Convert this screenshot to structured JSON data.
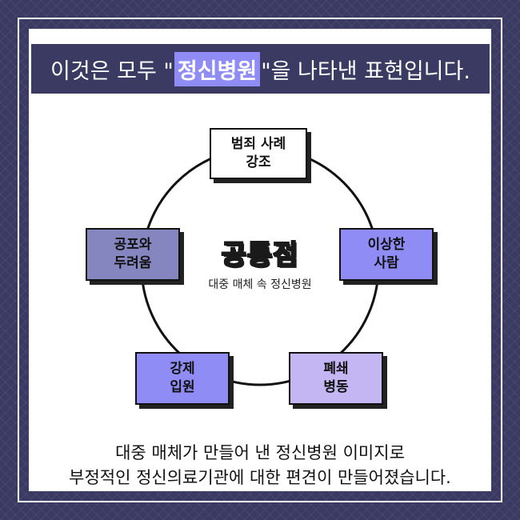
{
  "title": {
    "prefix": "이것은 모두 \"",
    "highlight": "정신병원",
    "suffix": "\"을 나타낸 표현입니다."
  },
  "center": {
    "title": "공통점",
    "subtitle": "대중 매체 속 정신병원"
  },
  "nodes": [
    {
      "id": "crime",
      "line1": "범죄 사례",
      "line2": "강조",
      "color": "#ffffff"
    },
    {
      "id": "strange",
      "line1": "이상한",
      "line2": "사람",
      "color": "#8f8cf5"
    },
    {
      "id": "closed",
      "line1": "폐쇄",
      "line2": "병동",
      "color": "#c3b6f2"
    },
    {
      "id": "forced",
      "line1": "강제",
      "line2": "입원",
      "color": "#8f8cf5"
    },
    {
      "id": "fear",
      "line1": "공포와",
      "line2": "두려움",
      "color": "#8585bf"
    }
  ],
  "caption": {
    "line1": "대중 매체가 만들어 낸 정신병원 이미지로",
    "line2": "부정적인 정신의료기관에 대한 편견이 만들어졌습니다."
  },
  "colors": {
    "navy": "#3a3a63",
    "accent": "#8f8cf5"
  }
}
